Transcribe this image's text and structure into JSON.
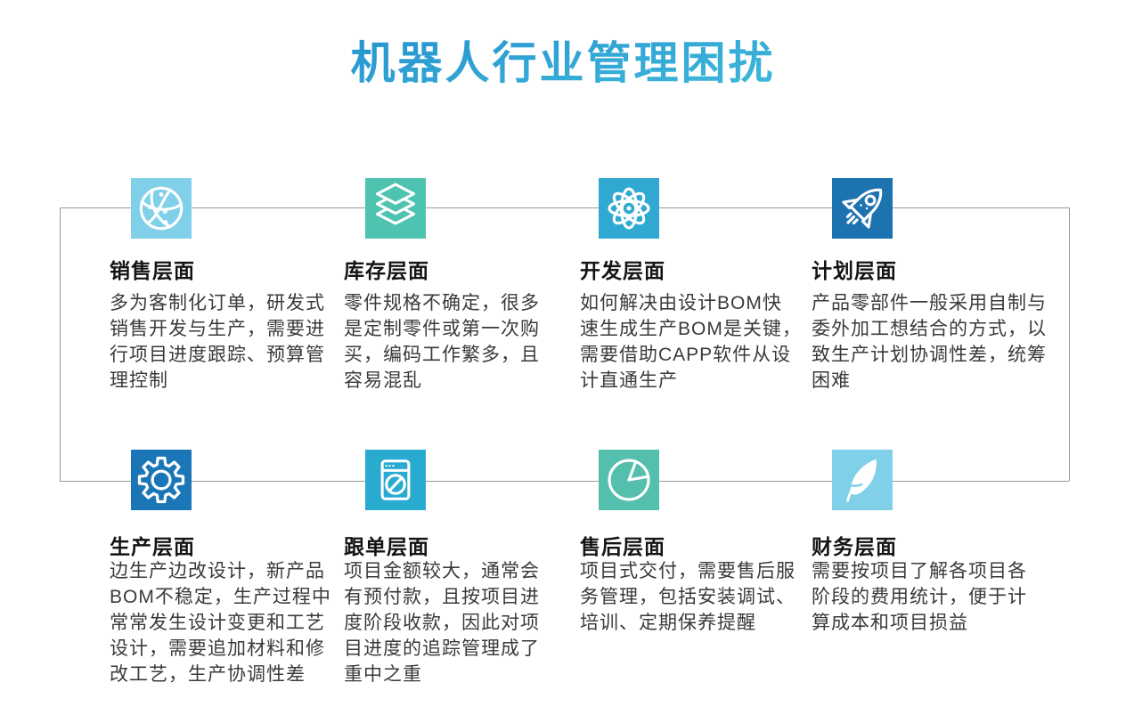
{
  "title": "机器人行业管理困扰",
  "colors": {
    "title_gradient_start": "#1b84cb",
    "title_gradient_end": "#4ac9df",
    "connector_line": "#9a9a9a",
    "heading_text": "#141414",
    "body_text": "#3a3a3a",
    "background": "#ffffff"
  },
  "sections": [
    {
      "id": "sales",
      "icon": "globe-network-icon",
      "icon_bg": "#7fd0e8",
      "title": "销售层面",
      "body": "多为客制化订单，研发式\n销售开发与生产，需要进\n行项目进度跟踪、预算管\n理控制"
    },
    {
      "id": "inventory",
      "icon": "layers-icon",
      "icon_bg": "#4ec3b0",
      "title": "库存层面",
      "body": "零件规格不确定，很多\n是定制零件或第一次购\n买，编码工作繁多，且\n容易混乱"
    },
    {
      "id": "development",
      "icon": "atom-icon",
      "icon_bg": "#2fa9d1",
      "title": "开发层面",
      "body": "如何解决由设计BOM快\n速生成生产BOM是关键，\n需要借助CAPP软件从设\n计直通生产"
    },
    {
      "id": "planning",
      "icon": "rocket-icon",
      "icon_bg": "#1d72b0",
      "title": "计划层面",
      "body": "产品零部件一般采用自制与\n委外加工想结合的方式，以\n致生产计划协调性差，统筹\n困难"
    },
    {
      "id": "production",
      "icon": "gear-icon",
      "icon_bg": "#1a76b6",
      "title": "生产层面",
      "body": "边生产边改设计，新产品\nBOM不稳定，生产过程中\n常常发生设计变更和工艺\n设计，需要追加材料和修\n改工艺，生产协调性差"
    },
    {
      "id": "order-tracking",
      "icon": "browser-compass-icon",
      "icon_bg": "#29aacf",
      "title": "跟单层面",
      "body": "项目金额较大，通常会\n有预付款，且按项目进\n度阶段收款，因此对项\n目进度的追踪管理成了\n重中之重"
    },
    {
      "id": "after-sales",
      "icon": "pie-chart-icon",
      "icon_bg": "#55bfae",
      "title": "售后层面",
      "body": "项目式交付，需要售后服\n务管理，包括安装调试、\n培训、定期保养提醒"
    },
    {
      "id": "finance",
      "icon": "feather-icon",
      "icon_bg": "#7fd0e8",
      "title": "财务层面",
      "body": "需要按项目了解各项目各\n阶段的费用统计，便于计\n算成本和项目损益"
    }
  ]
}
